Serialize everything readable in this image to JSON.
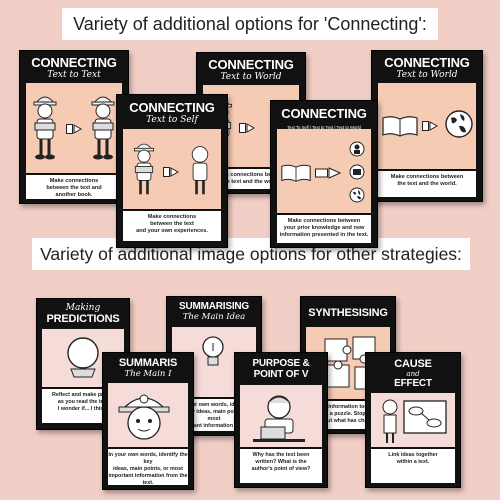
{
  "banners": {
    "top": "Variety of additional options for 'Connecting':",
    "bottom": "Variety of additional image options for other strategies:"
  },
  "colors": {
    "background": "#f1cfc6",
    "poster_dark": "#111111",
    "peach": "#f6cbb3",
    "light_pink": "#f6dcd8"
  },
  "connecting_posters": [
    {
      "title": "CONNECTING",
      "subtitle": "Text to Text",
      "caption": "Make connections\nbetween the text and\nanother book."
    },
    {
      "title": "CONNECTING",
      "subtitle": "Text to Self",
      "caption": "Make connections\nbetween the text\nand your own experiences."
    },
    {
      "title": "CONNECTING",
      "subtitle": "Text to World",
      "caption": "Make connections between\nthe text and the world."
    },
    {
      "title": "CONNECTING",
      "tagline": "Text To Self | Text to Text | Text to World",
      "caption": "Make connections between\nyour prior knowledge and new\ninformation presented in the text."
    },
    {
      "title": "CONNECTING",
      "subtitle": "Text to World",
      "caption": "Make connections between\nthe text and the world."
    }
  ],
  "strategy_posters": [
    {
      "title": "PREDICTIONS",
      "subtitle": "Making",
      "caption": "Reflect and make pred...\nas you read the te...\nI wonder if... I thin..."
    },
    {
      "title": "SUMMARIS",
      "subtitle": "The Main I",
      "caption": "In your own words, identify the key\nideas, main points, or most\nimportant information from the text."
    },
    {
      "title": "SUMMARISING",
      "subtitle": "The Main Idea",
      "caption": "In your own words, identify\nthe key ideas, main points, or most\nimportant information from..."
    },
    {
      "title": "PURPOSE &",
      "title2": "POINT OF V",
      "caption": "Why has the text been\nwritten? What is the\nauthor's point of view?"
    },
    {
      "title": "SYNTHESISING",
      "caption": "Piece information togethe...\nlike a puzzle. Stop and\nabout what has chang..."
    },
    {
      "title": "CAUSE",
      "title2": "EFFECT",
      "connector": "and",
      "caption": "Link ideas together\nwithin a text."
    }
  ]
}
